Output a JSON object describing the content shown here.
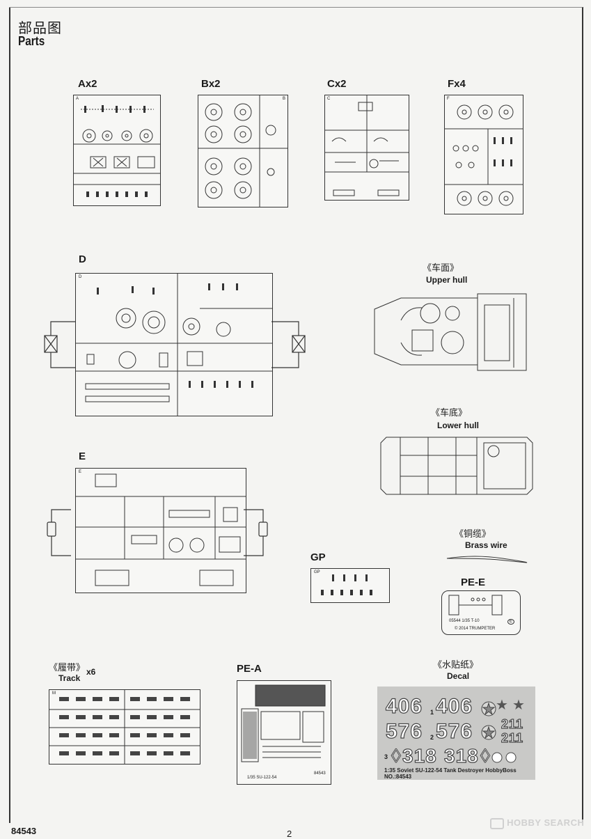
{
  "header": {
    "title_cn": "部品图",
    "title_en": "Parts"
  },
  "sprues": {
    "a": {
      "label": "Ax2",
      "tag": "A"
    },
    "b": {
      "label": "Bx2",
      "tag": "B"
    },
    "c": {
      "label": "Cx2",
      "tag": "C"
    },
    "f": {
      "label": "Fx4",
      "tag": "F"
    },
    "d": {
      "label": "D",
      "tag": "D"
    },
    "e": {
      "label": "E",
      "tag": "E"
    },
    "gp": {
      "label": "GP",
      "tag": "GP"
    }
  },
  "parts": {
    "upper_hull": {
      "cn": "《车面》",
      "en": "Upper hull"
    },
    "lower_hull": {
      "cn": "《车底》",
      "en": "Lower hull"
    },
    "brass_wire": {
      "cn": "《铜缆》",
      "en": "Brass wire"
    },
    "track": {
      "cn": "《履带》",
      "en": "Track",
      "qty": "x6",
      "tag": "M"
    },
    "decal": {
      "cn": "《水贴纸》",
      "en": "Decal"
    }
  },
  "pe_e": {
    "label": "PE-E",
    "code_line": "05544  1/35  T-10",
    "mark": "E",
    "copyright": "©  2014  TRUMPETER"
  },
  "pe_a": {
    "label": "PE-A",
    "scale_line": "1/35  SU-122-54",
    "code": "84543"
  },
  "decal_sheet": {
    "row1_a": "406",
    "row1_b": "406",
    "row2_a": "576",
    "row2_b": "576",
    "row3_a": "318",
    "row3_b": "318",
    "idx1": "1",
    "idx2": "2",
    "idx3": "3",
    "num211_a": "211",
    "num211_b": "211",
    "footer": "1:35  Soviet SU-122-54 Tank Destroyer HobbyBoss NO.:84543"
  },
  "footer": {
    "code": "84543",
    "page": "2",
    "watermark": "HOBBY SEARCH"
  }
}
